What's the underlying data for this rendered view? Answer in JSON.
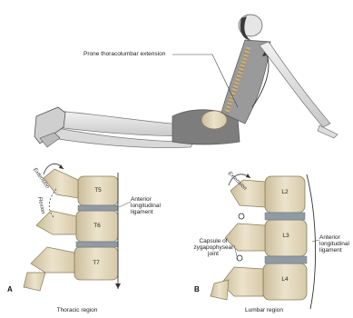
{
  "figure": {
    "top_label": "Prone thoracolumbar extension",
    "panel_a": {
      "letter": "A",
      "region": "Thoracic region",
      "extension": "Extension",
      "flexion": "Flexion",
      "ligament": [
        "Anterior",
        "longitudinal",
        "ligament"
      ],
      "vertebrae": [
        "T5",
        "T6",
        "T7"
      ]
    },
    "panel_b": {
      "letter": "B",
      "region": "Lumbar region",
      "extension": "Extension",
      "capsule": [
        "Capsule of",
        "zygapophyseal",
        "joint"
      ],
      "ligament": [
        "Anterior",
        "longitudinal",
        "ligament"
      ],
      "vertebrae": [
        "L2",
        "L3",
        "L4"
      ]
    }
  },
  "colors": {
    "bone": "#e6dcc3",
    "bone_shade": "#c9bb98",
    "disc": "#8f9aa4",
    "skin": "#e8e8e8",
    "shorts": "#7d7d7d"
  }
}
